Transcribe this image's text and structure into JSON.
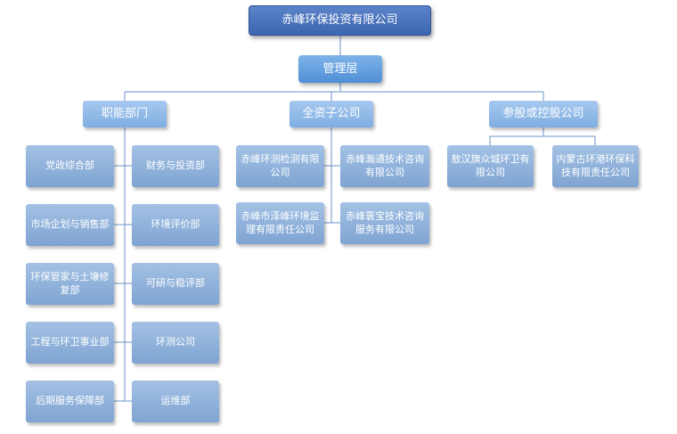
{
  "root": "赤峰环保投资有限公司",
  "management": "管理层",
  "categories": {
    "functional": "职能部门",
    "wholly_owned": "全资子公司",
    "holding": "参股或控股公司"
  },
  "functional_left": [
    "党政综合部",
    "市场企划与销售部",
    "环保管家与土壤修复部",
    "工程与环卫事业部",
    "后期服务保障部"
  ],
  "functional_right": [
    "财务与投资部",
    "环境评价部",
    "可研与稳评部",
    "环测公司",
    "运维部"
  ],
  "wholly_owned_left": [
    "赤峰环测检测有限公司",
    "赤峰市泽峰环境监理有限责任公司"
  ],
  "wholly_owned_right": [
    "赤峰瀚通技术咨询有限公司",
    "赤峰寰宝技术咨询服务有限公司"
  ],
  "holding_items": [
    "敖汉旗众城环卫有限公司",
    "内蒙古环港环保科技有限责任公司"
  ]
}
